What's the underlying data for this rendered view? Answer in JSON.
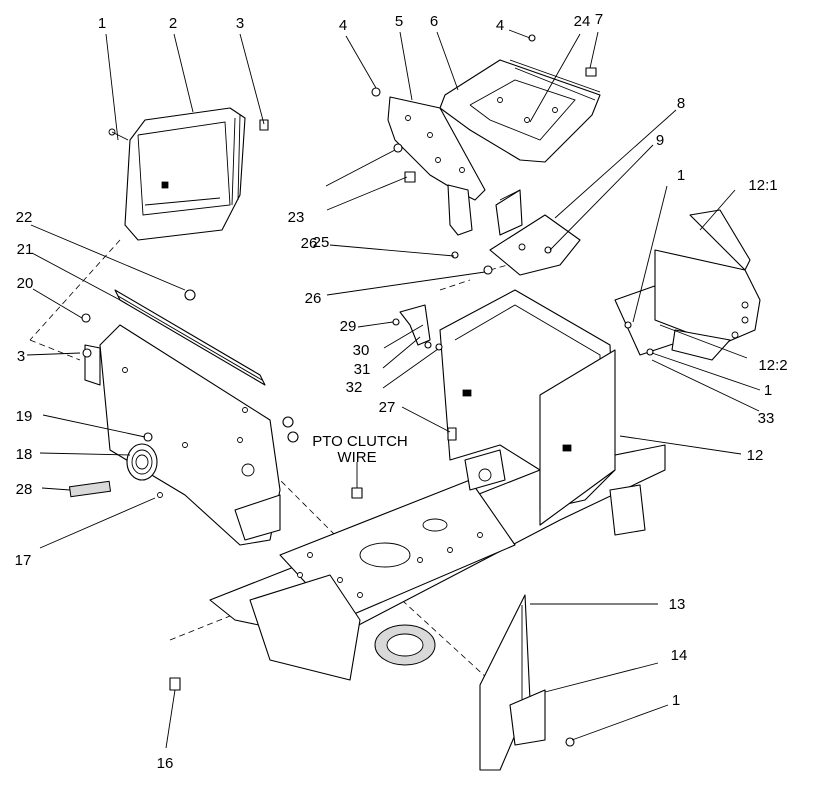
{
  "callouts": [
    {
      "id": "c1a",
      "text": "1"
    },
    {
      "id": "c2",
      "text": "2"
    },
    {
      "id": "c3a",
      "text": "3"
    },
    {
      "id": "c4a",
      "text": "4"
    },
    {
      "id": "c5",
      "text": "5"
    },
    {
      "id": "c6",
      "text": "6"
    },
    {
      "id": "c4b",
      "text": "4"
    },
    {
      "id": "c24",
      "text": "24"
    },
    {
      "id": "c7",
      "text": "7"
    },
    {
      "id": "c8",
      "text": "8"
    },
    {
      "id": "c9",
      "text": "9"
    },
    {
      "id": "c1b",
      "text": "1"
    },
    {
      "id": "c12_1",
      "text": "12:1"
    },
    {
      "id": "c22",
      "text": "22"
    },
    {
      "id": "c21",
      "text": "21"
    },
    {
      "id": "c20",
      "text": "20"
    },
    {
      "id": "c3b",
      "text": "3"
    },
    {
      "id": "c23",
      "text": "23"
    },
    {
      "id": "c26a",
      "text": "26"
    },
    {
      "id": "c25",
      "text": "25"
    },
    {
      "id": "c26b",
      "text": "26"
    },
    {
      "id": "c29",
      "text": "29"
    },
    {
      "id": "c30",
      "text": "30"
    },
    {
      "id": "c31",
      "text": "31"
    },
    {
      "id": "c32",
      "text": "32"
    },
    {
      "id": "c12_2",
      "text": "12:2"
    },
    {
      "id": "c1c",
      "text": "1"
    },
    {
      "id": "c33",
      "text": "33"
    },
    {
      "id": "c27",
      "text": "27"
    },
    {
      "id": "c19",
      "text": "19"
    },
    {
      "id": "c18",
      "text": "18"
    },
    {
      "id": "c28",
      "text": "28"
    },
    {
      "id": "c17",
      "text": "17"
    },
    {
      "id": "c12",
      "text": "12"
    },
    {
      "id": "c13",
      "text": "13"
    },
    {
      "id": "c14",
      "text": "14"
    },
    {
      "id": "c1d",
      "text": "1"
    },
    {
      "id": "c16",
      "text": "16"
    }
  ],
  "note": {
    "line1": "PTO CLUTCH",
    "line2": "WIRE"
  }
}
